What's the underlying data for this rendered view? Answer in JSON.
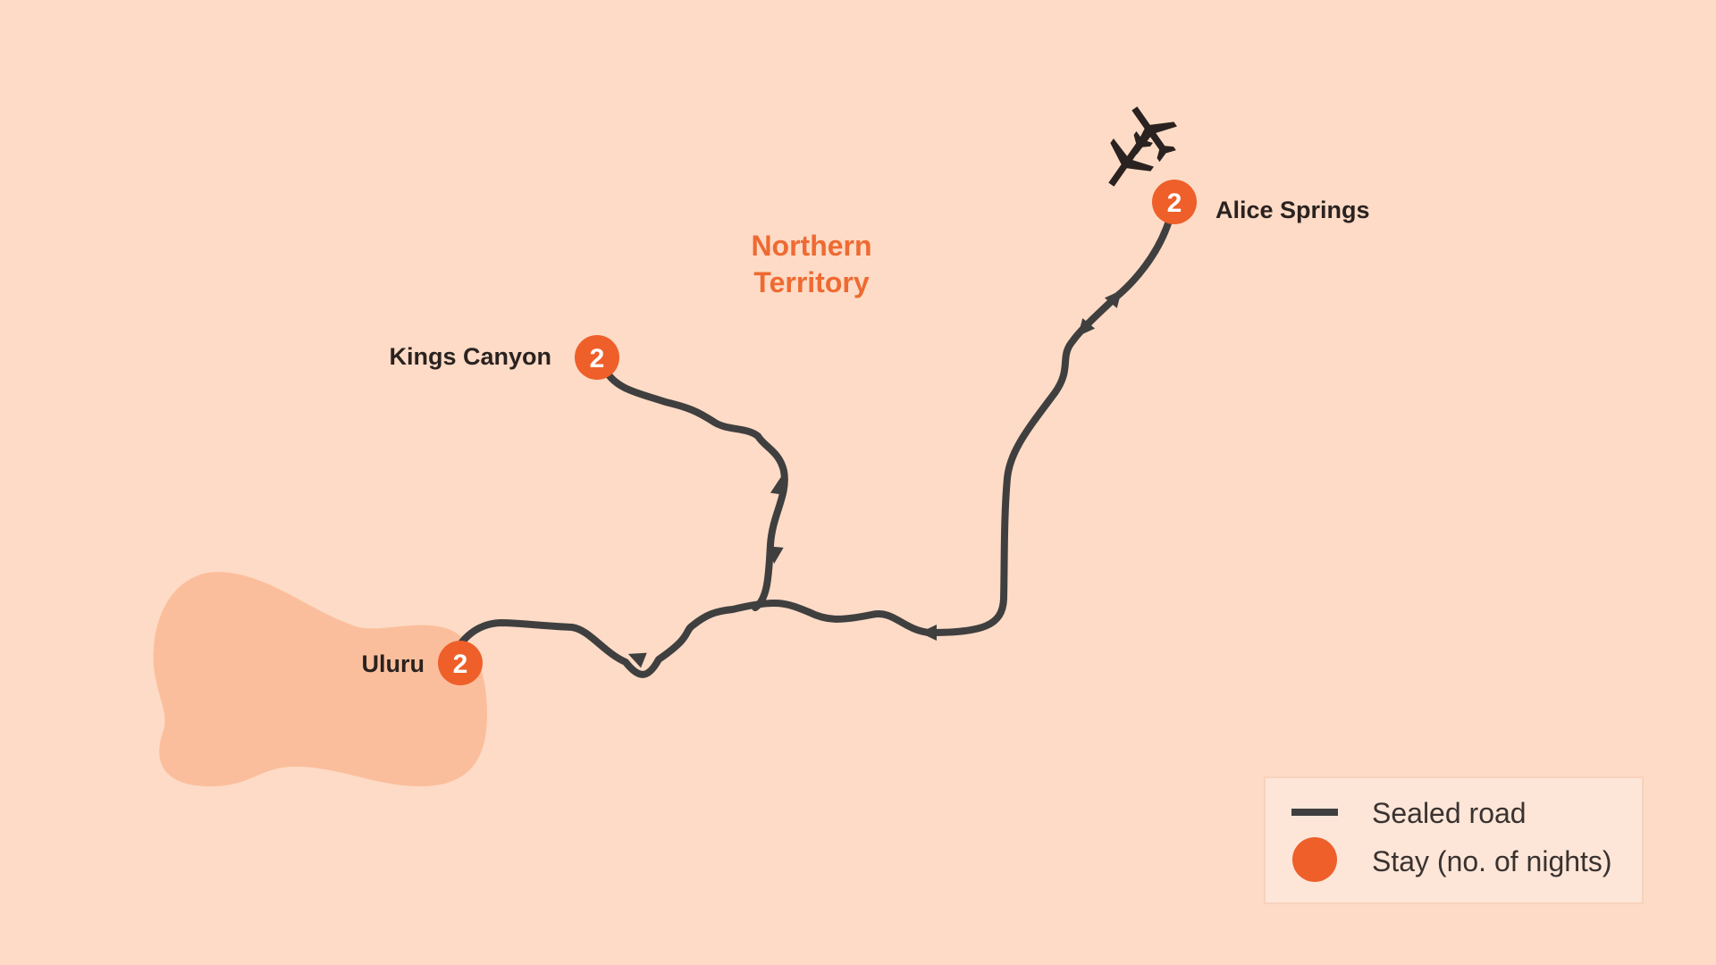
{
  "map": {
    "region_label_line1": "Northern",
    "region_label_line2": "Territory",
    "colors": {
      "background": "#FDDBC6",
      "park_area": "#FBBE9C",
      "road": "#3F3F3F",
      "stay_marker": "#EE5F2A",
      "region_text": "#EE6A32",
      "legend_bg": "#FDE6D8"
    }
  },
  "stops": [
    {
      "name": "Alice Springs",
      "nights": "2"
    },
    {
      "name": "Kings Canyon",
      "nights": "2"
    },
    {
      "name": "Uluru",
      "nights": "2"
    }
  ],
  "icons": {
    "airport": "airplane-icon"
  },
  "legend": {
    "road_label": "Sealed road",
    "stay_label": "Stay (no. of nights)"
  }
}
